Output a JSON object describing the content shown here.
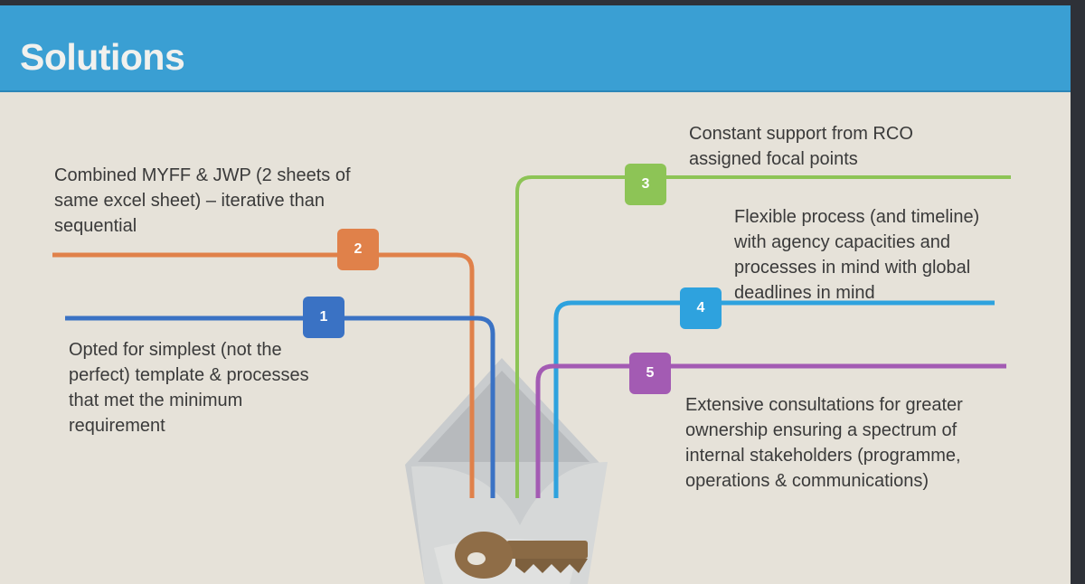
{
  "slide": {
    "title": "Solutions",
    "accent": "#3a9fd3",
    "items": [
      {
        "number": "1",
        "color": "#3a72c4",
        "text": "Opted for simplest (not the\nperfect) template & processes\nthat met the minimum\nrequirement"
      },
      {
        "number": "2",
        "color": "#e0814a",
        "text": "Combined MYFF & JWP (2 sheets of\nsame excel sheet) – iterative than\nsequential"
      },
      {
        "number": "3",
        "color": "#8dc456",
        "text": "Constant support from RCO\nassigned focal points"
      },
      {
        "number": "4",
        "color": "#2ea2de",
        "text": "Flexible process (and timeline)\nwith agency capacities and\nprocesses in mind with global\ndeadlines in mind"
      },
      {
        "number": "5",
        "color": "#a35bb3",
        "text": "Extensive consultations for greater\nownership ensuring a spectrum of\ninternal stakeholders (programme,\noperations & communications)"
      }
    ],
    "graphic": {
      "icons": [
        "envelope-icon",
        "key-icon"
      ]
    }
  }
}
